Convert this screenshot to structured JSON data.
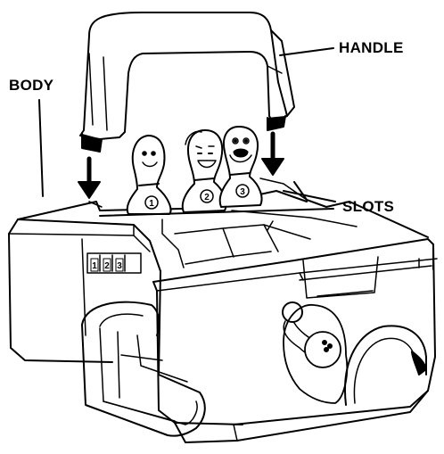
{
  "labels": {
    "handle": "HANDLE",
    "body": "BODY",
    "slots": "SLOTS"
  },
  "counter_digits": [
    "1",
    "2",
    "3"
  ],
  "pin_numbers": [
    "1",
    "2",
    "3"
  ]
}
